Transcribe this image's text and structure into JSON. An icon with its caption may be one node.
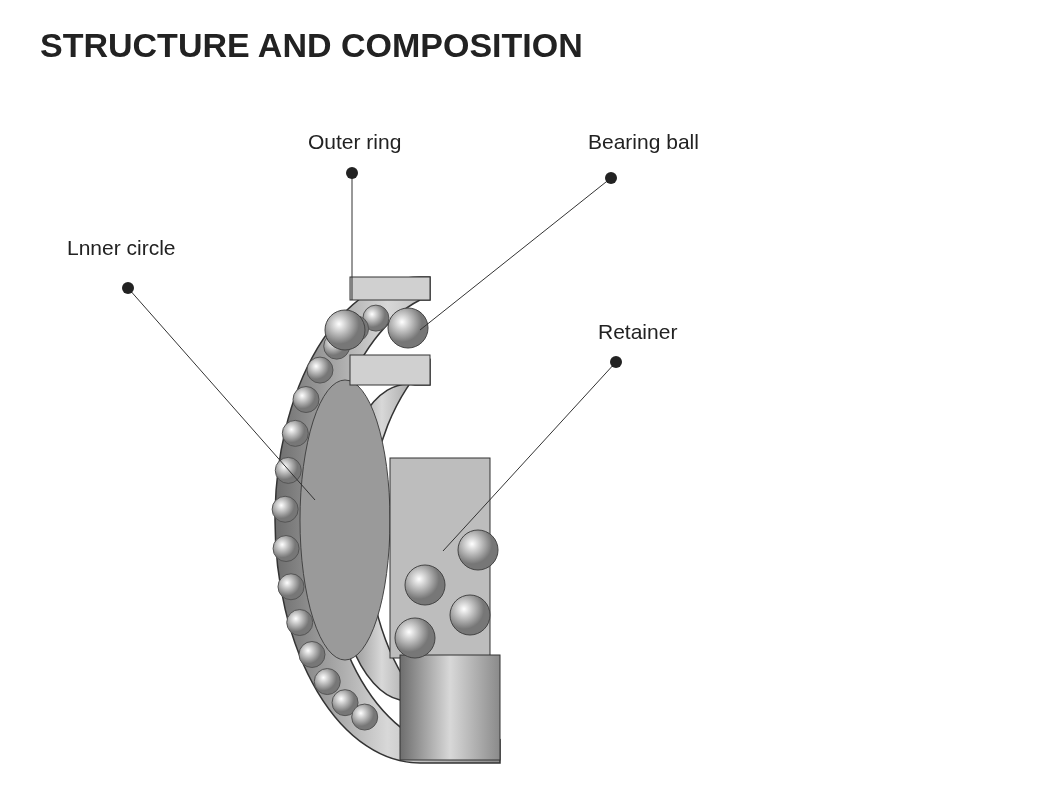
{
  "diagram": {
    "title": "STRUCTURE AND COMPOSITION",
    "nodes": [
      {
        "text": [
          "Outer ring"
        ]
      },
      {
        "text": [
          "Bearing ball"
        ]
      },
      {
        "text": [
          "Lnner circle"
        ]
      },
      {
        "text": [
          "Retainer"
        ]
      }
    ],
    "edges": [
      {
        "from": 0,
        "to": null,
        "arrow": "other"
      },
      {
        "from": 1,
        "to": null,
        "arrow": "other"
      },
      {
        "from": 2,
        "to": null,
        "arrow": "other"
      },
      {
        "from": 3,
        "to": null,
        "arrow": "other"
      }
    ]
  }
}
